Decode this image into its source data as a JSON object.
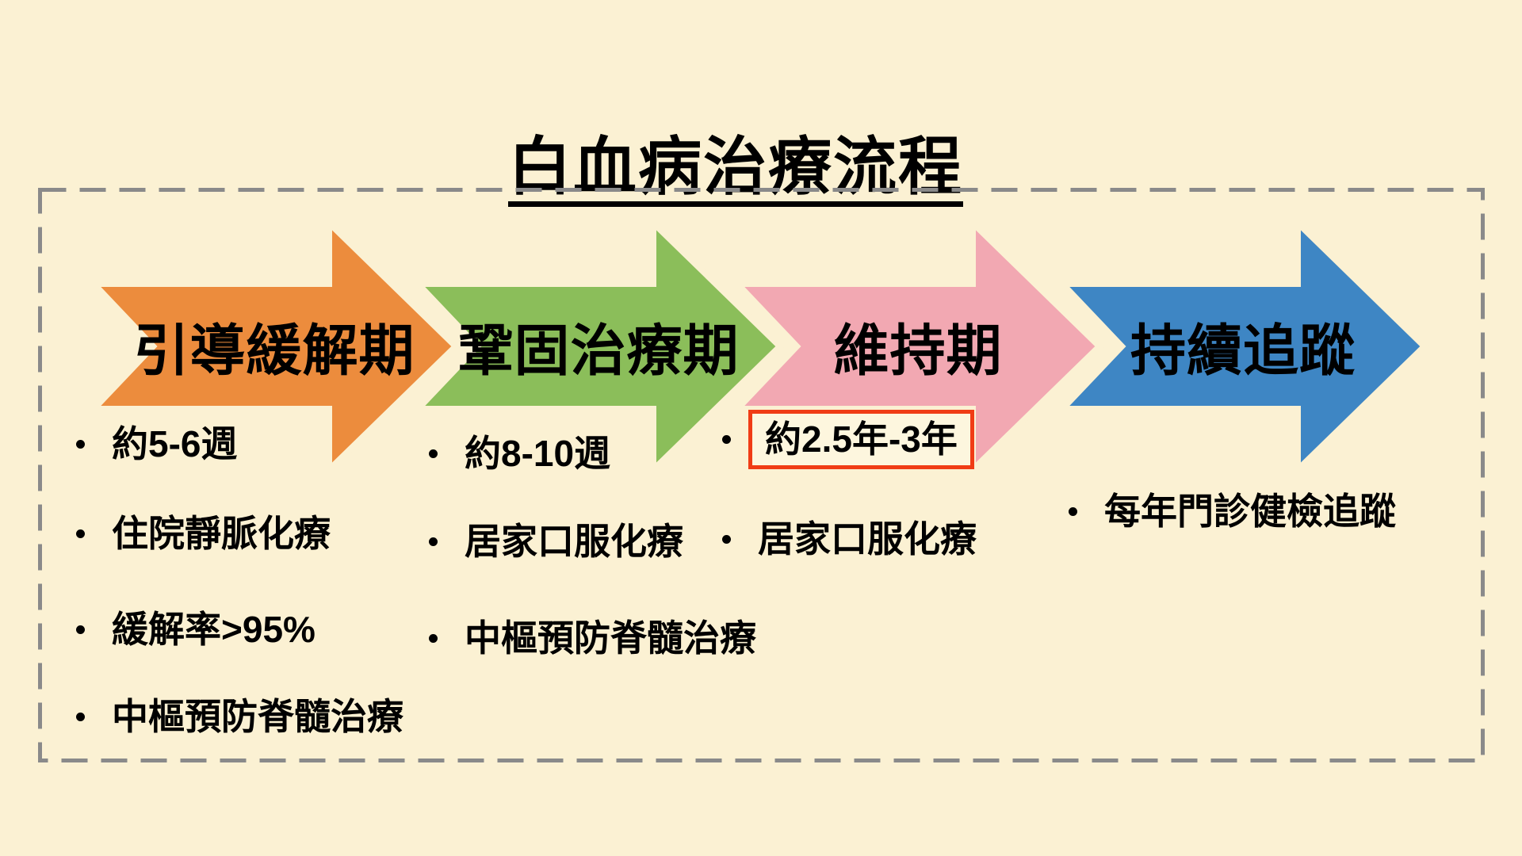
{
  "title": {
    "text": "白血病治療流程"
  },
  "colors": {
    "background": "#FBF1D3",
    "frame_dash": "#8A8A8A",
    "highlight_border": "#F03C15"
  },
  "stages": [
    {
      "label": "引導緩解期",
      "color": "#EC8C3D",
      "bullets": [
        "約5-6週",
        "住院靜脈化療",
        "緩解率>95%",
        "中樞預防脊髓治療"
      ]
    },
    {
      "label": "鞏固治療期",
      "color": "#8BBE5A",
      "bullets": [
        "約8-10週",
        "居家口服化療",
        "中樞預防脊髓治療"
      ]
    },
    {
      "label": "維持期",
      "color": "#F2A8B2",
      "bullets": [
        "約2.5年-3年",
        "居家口服化療"
      ]
    },
    {
      "label": "持續追蹤",
      "color": "#3E86C4",
      "bullets": [
        "每年門診健檢追蹤"
      ]
    }
  ]
}
